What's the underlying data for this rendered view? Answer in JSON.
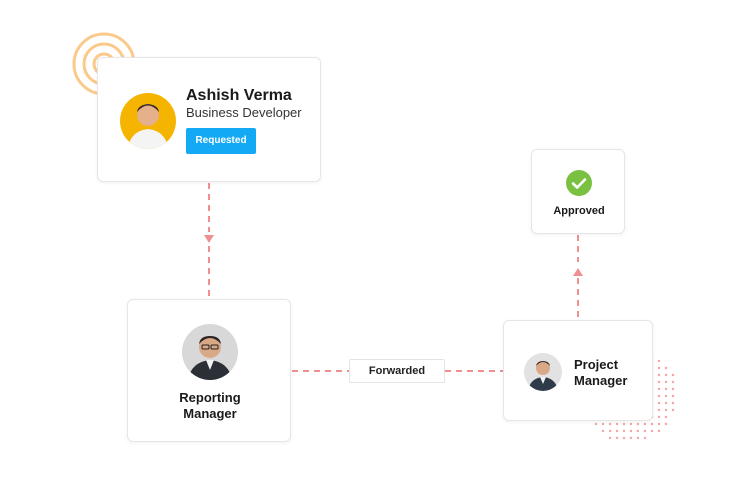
{
  "requester": {
    "name": "Ashish Verma",
    "role": "Business Developer",
    "status_button": "Requested"
  },
  "reporting_manager": {
    "label_line1": "Reporting",
    "label_line2": "Manager"
  },
  "forward_label": "Forwarded",
  "project_manager": {
    "label_line1": "Project",
    "label_line2": "Manager"
  },
  "approval": {
    "label": "Approved",
    "icon": "check-icon"
  },
  "colors": {
    "connector": "#f08f8f",
    "button": "#14a9f4",
    "approved": "#7ac142",
    "ring": "#fbc98a",
    "dots": "#f5a3a3",
    "avatar_bg_yellow": "#f4b400"
  }
}
